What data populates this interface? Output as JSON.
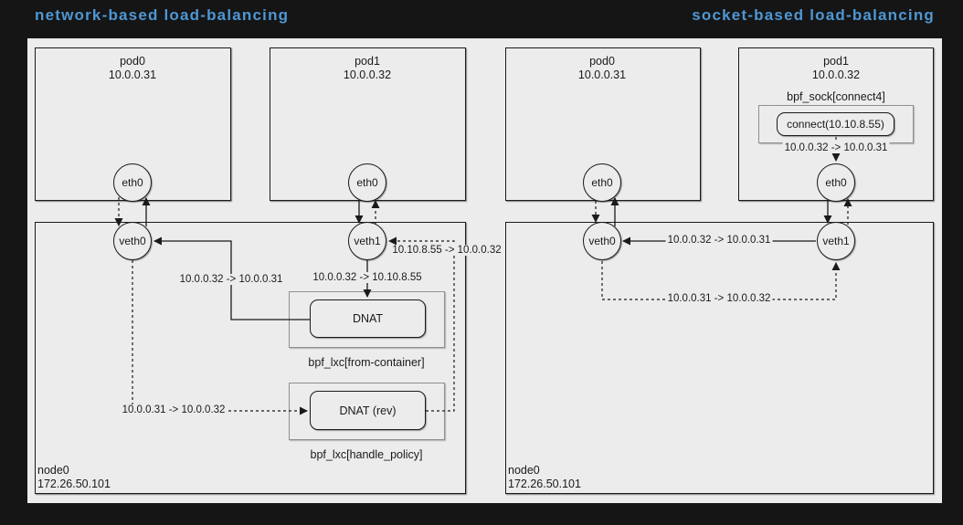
{
  "titles": {
    "left": "network-based load-balancing",
    "right": "socket-based load-balancing"
  },
  "colors": {
    "background": "#151515",
    "canvas": "#ececec",
    "title_blue": "#4e97d4",
    "line": "#1a1a1a"
  },
  "network_lb": {
    "pod0": {
      "name": "pod0",
      "ip": "10.0.0.31",
      "iface": "eth0"
    },
    "pod1": {
      "name": "pod1",
      "ip": "10.0.0.32",
      "iface": "eth0"
    },
    "node": {
      "name": "node0",
      "ip": "172.26.50.101",
      "veth0": "veth0",
      "veth1": "veth1"
    },
    "dnat": {
      "label": "DNAT",
      "program": "bpf_lxc[from-container]"
    },
    "dnat_rev": {
      "label": "DNAT (rev)",
      "program": "bpf_lxc[handle_policy]"
    },
    "flows": {
      "to_service": "10.0.0.32 -> 10.10.8.55",
      "after_dnat": "10.0.0.32 -> 10.0.0.31",
      "reverse": "10.0.0.31 -> 10.0.0.32",
      "reverse_after_dnat": "10.10.8.55 -> 10.0.0.32"
    }
  },
  "socket_lb": {
    "pod0": {
      "name": "pod0",
      "ip": "10.0.0.31",
      "iface": "eth0"
    },
    "pod1": {
      "name": "pod1",
      "ip": "10.0.0.32",
      "iface": "eth0",
      "sock_program": "bpf_sock[connect4]",
      "connect_call": "connect(10.10.8.55)",
      "translated": "10.0.0.32 -> 10.0.0.31"
    },
    "node": {
      "name": "node0",
      "ip": "172.26.50.101",
      "veth0": "veth0",
      "veth1": "veth1"
    },
    "flows": {
      "forward": "10.0.0.32 -> 10.0.0.31",
      "reverse": "10.0.0.31 -> 10.0.0.32"
    }
  }
}
